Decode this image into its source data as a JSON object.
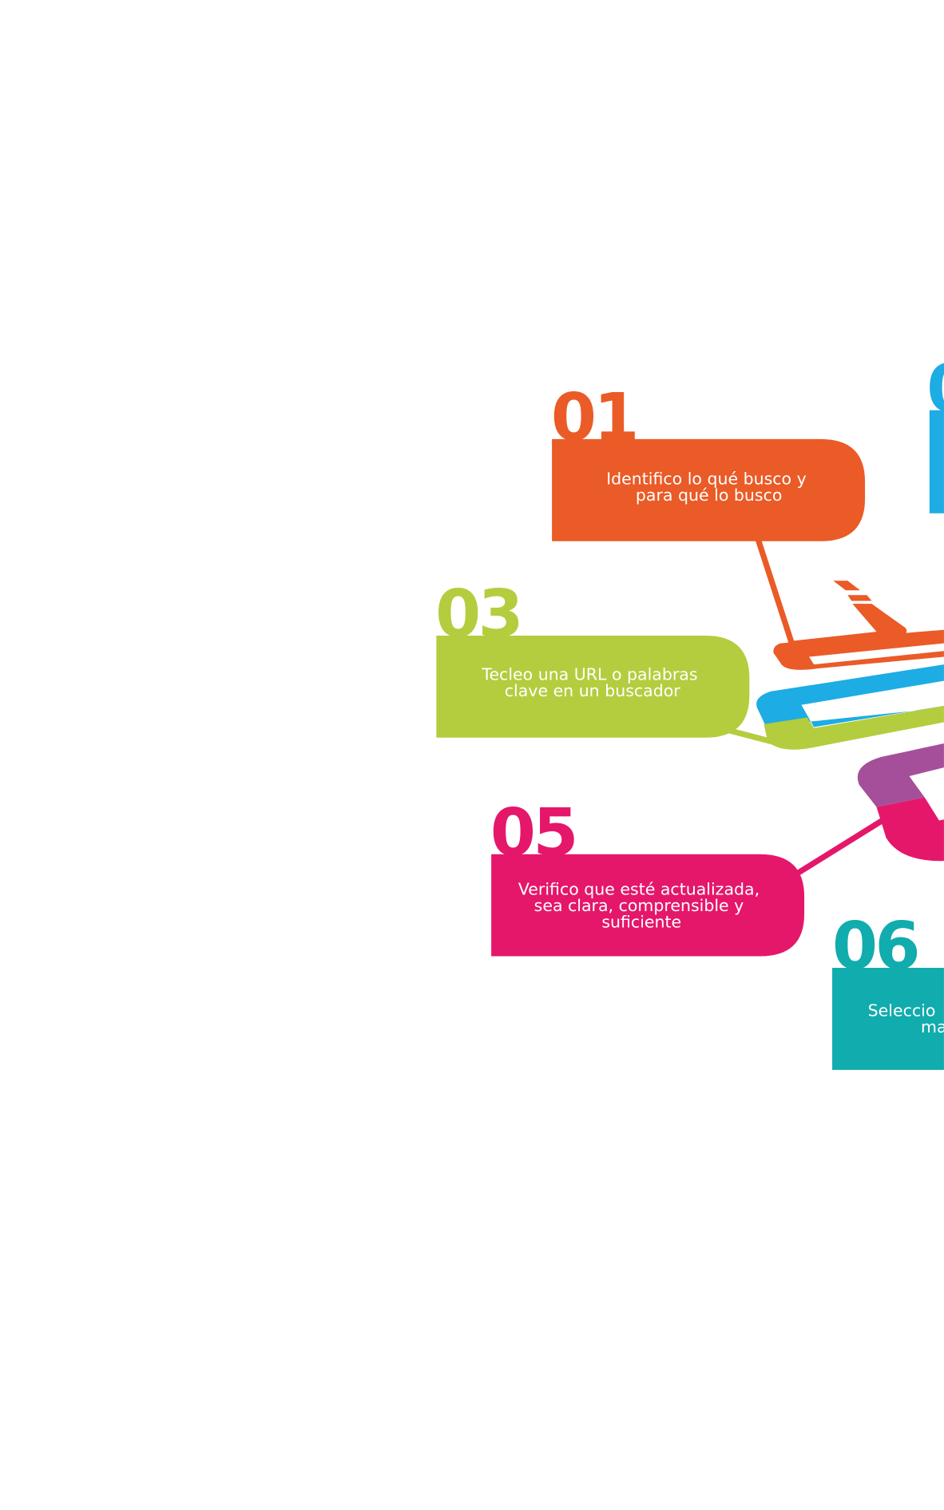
{
  "colors": {
    "step1": "#EA5B27",
    "step2": "#1DACE3",
    "step3": "#B3CD3E",
    "step4": "#A54F9A",
    "step5": "#E5176A",
    "step6": "#11ACAD"
  },
  "steps": [
    {
      "number": "01",
      "lines": [
        "Identifico lo qué busco y",
        "para qué lo busco"
      ]
    },
    {
      "number": "0"
    },
    {
      "number": "03",
      "lines": [
        "Tecleo una URL o palabras",
        "clave en un buscador"
      ]
    },
    {
      "number": "05",
      "lines": [
        "Verifico que esté actualizada,",
        "sea clara, comprensible y",
        "suficiente"
      ]
    },
    {
      "number": "06",
      "lines": [
        "Seleccio",
        "ma"
      ]
    }
  ]
}
